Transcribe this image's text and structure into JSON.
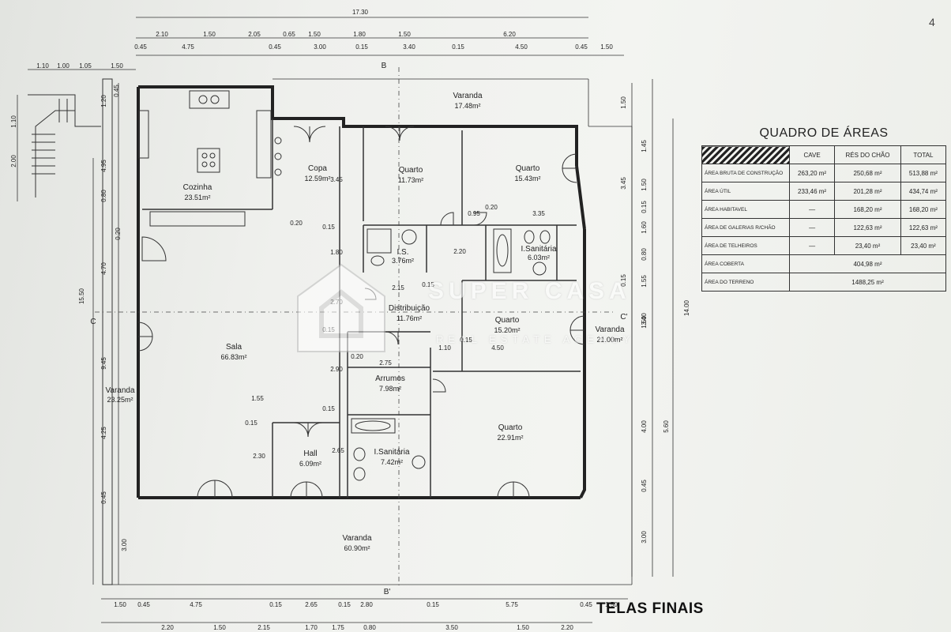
{
  "drawing": {
    "total_width_label": "17.30",
    "top_dims_row1": [
      "2.10",
      "1.50",
      "2.05",
      "0.65",
      "1.50",
      "1.80",
      "1.50",
      "6.20"
    ],
    "top_dims_row2": [
      "0.45",
      "4.75",
      "0.45",
      "3.00",
      "0.15",
      "3.40",
      "0.15",
      "4.50",
      "0.45",
      "1.50"
    ],
    "top_dims_row3": [
      "1.10",
      "1.00",
      "1.05",
      "1.50"
    ],
    "bottom_dims_row1": [
      "1.50",
      "0.45",
      "4.75",
      "0.15",
      "2.65",
      "0.15",
      "2.80",
      "0.15",
      "5.75",
      "0.45",
      "1.50"
    ],
    "bottom_dims_row2": [
      "2.20",
      "1.50",
      "2.15",
      "1.70",
      "1.75",
      "0.80",
      "3.50",
      "1.50",
      "2.20"
    ],
    "left_dims": [
      "0.45",
      "1.20",
      "4.95",
      "0.80",
      "0.20",
      "4.70",
      "9.45",
      "4.25",
      "0.45",
      "3.00",
      "2.00",
      "1.10",
      "15.50"
    ],
    "right_dims": [
      "1.50",
      "1.45",
      "3.45",
      "1.50",
      "0.15",
      "1.60",
      "0.80",
      "1.55",
      "0.15",
      "3.40",
      "1.50",
      "4.00",
      "5.60",
      "0.45",
      "3.00",
      "14.00"
    ],
    "interior_dims": [
      "0.95",
      "0.20",
      "3.35",
      "2.20",
      "2.15",
      "0.15",
      "1.10",
      "0.15",
      "4.50",
      "2.75",
      "0.20",
      "1.80",
      "3.45",
      "0.15",
      "0.15",
      "0.15",
      "2.70",
      "2.90",
      "2.65",
      "2.30",
      "1.55",
      "0.15",
      "0.20"
    ],
    "section_markers": [
      "B",
      "B'",
      "C",
      "C'"
    ],
    "rooms": [
      {
        "name": "Cozinha",
        "area": "23.51m²"
      },
      {
        "name": "Copa",
        "area": "12.59m²"
      },
      {
        "name": "Quarto",
        "area": "11.73m²"
      },
      {
        "name": "Quarto",
        "area": "15.43m²"
      },
      {
        "name": "Varanda",
        "area": "17.48m²"
      },
      {
        "name": "I.S.",
        "area": "3.76m²"
      },
      {
        "name": "I.Sanitária",
        "area": "6.03m²"
      },
      {
        "name": "Distribuição",
        "area": "11.76m²"
      },
      {
        "name": "Quarto",
        "area": "15.20m²"
      },
      {
        "name": "Varanda",
        "area": "21.00m²"
      },
      {
        "name": "Sala",
        "area": "66.83m²"
      },
      {
        "name": "Arrumos",
        "area": "7.98m²"
      },
      {
        "name": "Quarto",
        "area": "22.91m²"
      },
      {
        "name": "Hall",
        "area": "6.09m²"
      },
      {
        "name": "I.Sanitária",
        "area": "7.42m²"
      },
      {
        "name": "Varanda",
        "area": "23.25m²"
      },
      {
        "name": "Varanda",
        "area": "60.90m²"
      }
    ]
  },
  "areas_table": {
    "title": "QUADRO DE ÁREAS",
    "headers": [
      "CAVE",
      "RÉS DO CHÃO",
      "TOTAL"
    ],
    "rows": [
      {
        "label": "ÁREA BRUTA DE CONSTRUÇÃO",
        "cave": "263,20 m²",
        "rc": "250,68 m²",
        "total": "513,88 m²"
      },
      {
        "label": "ÁREA ÚTIL",
        "cave": "233,46 m²",
        "rc": "201,28 m²",
        "total": "434,74 m²"
      },
      {
        "label": "ÁREA HABITAVEL",
        "cave": "—",
        "rc": "168,20 m²",
        "total": "168,20 m²"
      },
      {
        "label": "ÁREA DE GALERIAS R/CHÃO",
        "cave": "—",
        "rc": "122,63 m²",
        "total": "122,63 m²"
      },
      {
        "label": "ÁREA DE TELHEIROS",
        "cave": "—",
        "rc": "23,40 m²",
        "total": "23,40 m²"
      },
      {
        "label": "ÁREA COBERTA",
        "merged": "404,98 m²"
      },
      {
        "label": "ÁREA DO TERRENO",
        "merged": "1488,25 m²"
      }
    ]
  },
  "stamp": "TELAS FINAIS",
  "corner_mark": "4",
  "watermark": {
    "brand": "SUPER CASA",
    "tagline": "REAL ESTATE AGENCY"
  }
}
